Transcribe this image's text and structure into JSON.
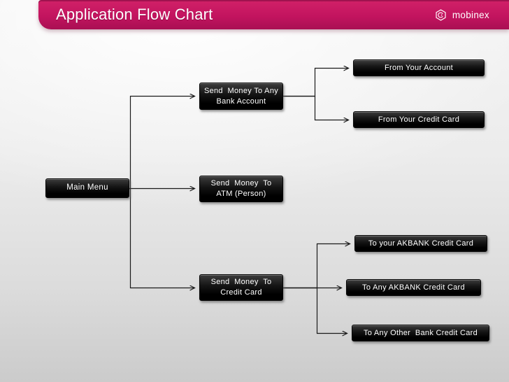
{
  "header": {
    "title": "Application Flow Chart",
    "logo_text": "mobinex",
    "banner_color": "#c3145f",
    "banner_text_color": "#ffffff"
  },
  "flowchart": {
    "node_color": "#000000",
    "node_text_color": "#ffffff",
    "connector_color": "#1a1a1a",
    "nodes": {
      "main_menu": {
        "label": "Main Menu"
      },
      "send_bank": {
        "label": "Send  Money To Any\nBank Account"
      },
      "send_atm": {
        "label": "Send  Money  To\nATM (Person)"
      },
      "send_cc": {
        "label": "Send  Money  To\nCredit Card"
      },
      "from_account": {
        "label": "From Your Account"
      },
      "from_credit": {
        "label": "From Your Credit Card"
      },
      "to_your_akbank": {
        "label": "To your AKBANK Credit Card"
      },
      "to_any_akbank": {
        "label": "To Any AKBANK Credit Card"
      },
      "to_other_bank": {
        "label": "To Any Other  Bank Credit Card"
      }
    }
  }
}
